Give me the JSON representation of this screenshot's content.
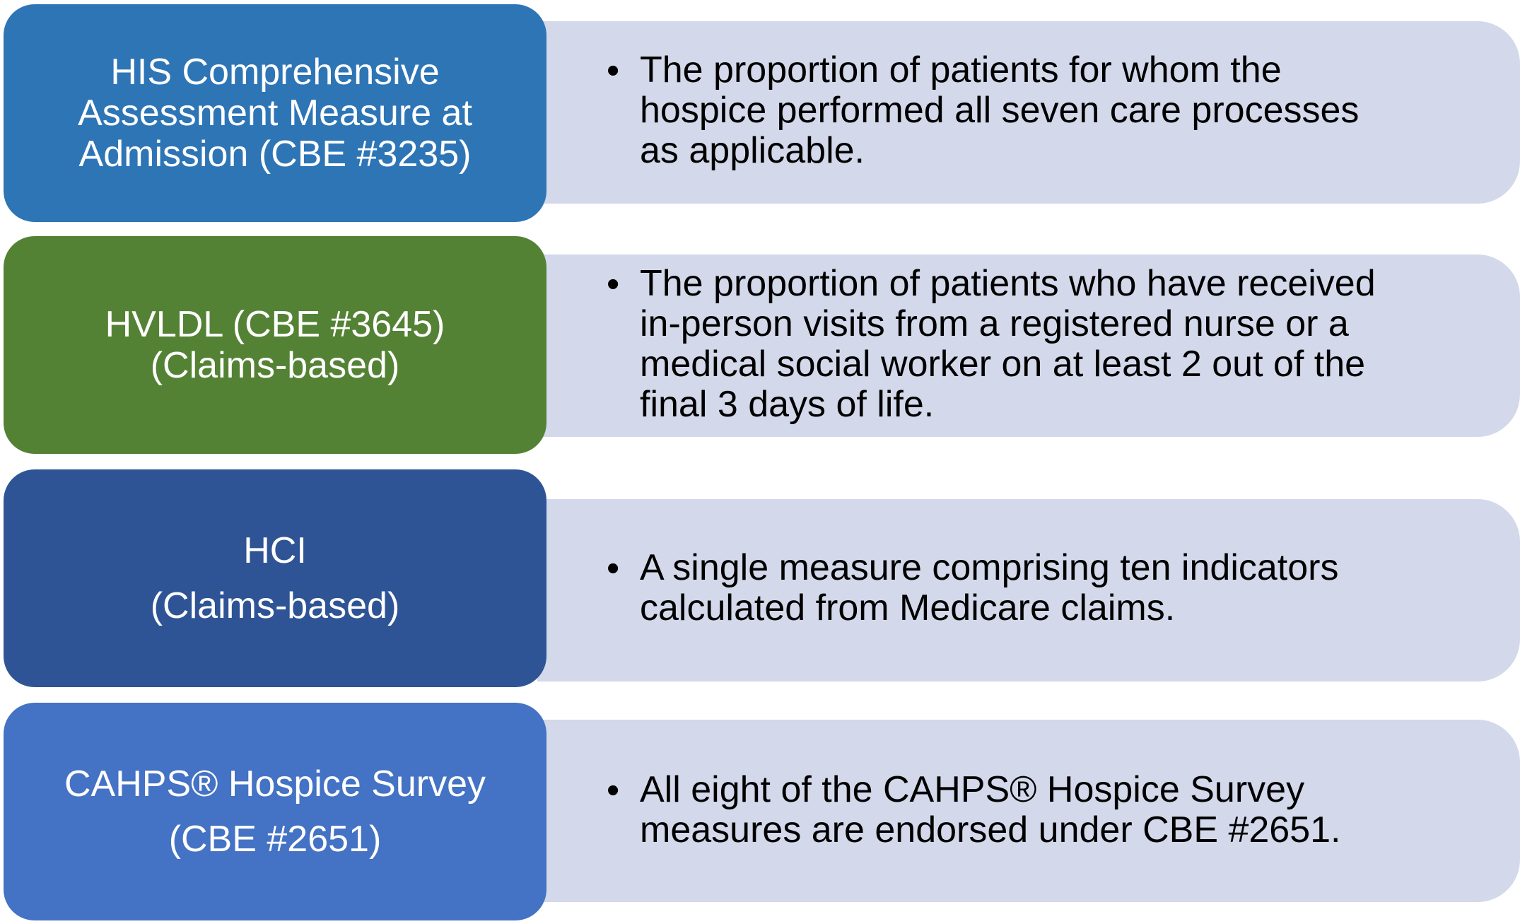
{
  "colors": {
    "row1_label_bg": "#2e75b6",
    "row2_label_bg": "#548235",
    "row3_label_bg": "#2f5496",
    "row4_label_bg": "#4472c4",
    "description_bg": "#d3d9ea",
    "label_text": "#ffffff",
    "description_text": "#000000"
  },
  "rows": [
    {
      "label_lines": [
        "HIS Comprehensive",
        "Assessment Measure at",
        "Admission (CBE #3235)"
      ],
      "bullet": "•",
      "description": "The proportion of patients for whom the\nhospice performed all seven care processes\nas applicable."
    },
    {
      "label_lines": [
        "HVLDL (CBE #3645)",
        "(Claims-based)"
      ],
      "bullet": "•",
      "description": "The proportion of patients who have received\nin-person visits from a registered nurse or a\nmedical social worker on at least 2 out of the\nfinal 3 days of life."
    },
    {
      "label_lines": [
        "HCI",
        "(Claims-based)"
      ],
      "bullet": "•",
      "description": "A single measure comprising ten indicators\ncalculated from Medicare claims."
    },
    {
      "label_lines": [
        "CAHPS® Hospice Survey",
        "(CBE #2651)"
      ],
      "bullet": "•",
      "description": "All eight of the CAHPS® Hospice Survey\nmeasures are endorsed under CBE #2651."
    }
  ]
}
